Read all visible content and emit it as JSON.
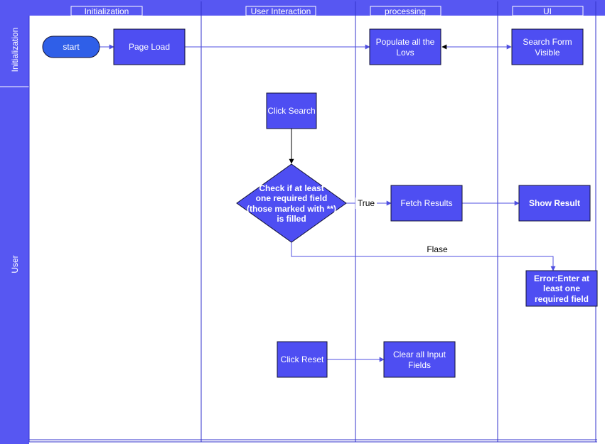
{
  "columns": [
    "Initialization",
    "User Interaction",
    "processing",
    "UI"
  ],
  "rows": [
    "Initialization",
    "User"
  ],
  "nodes": {
    "start": "start",
    "page_load": "Page Load",
    "populate": [
      "Populate all the",
      "Lovs"
    ],
    "search_form": [
      "Search Form",
      "Visible"
    ],
    "click_search": "Click Search",
    "check": [
      "Check if at least",
      "one required field",
      "(those marked with **)",
      "is filled"
    ],
    "fetch_results": "Fetch Results",
    "show_result": "Show Result",
    "error": [
      "Error:Enter at",
      "least one",
      "required field"
    ],
    "click_reset": "Click Reset",
    "clear_fields": [
      "Clear all Input",
      "Fields"
    ]
  },
  "edge_labels": {
    "true": "True",
    "false": "Flase"
  },
  "colors": {
    "lane_header": "#5757f2",
    "node_fill": "#4e4ef2",
    "start_fill": "#2f5fe8",
    "edge": "#4f4fe0"
  }
}
